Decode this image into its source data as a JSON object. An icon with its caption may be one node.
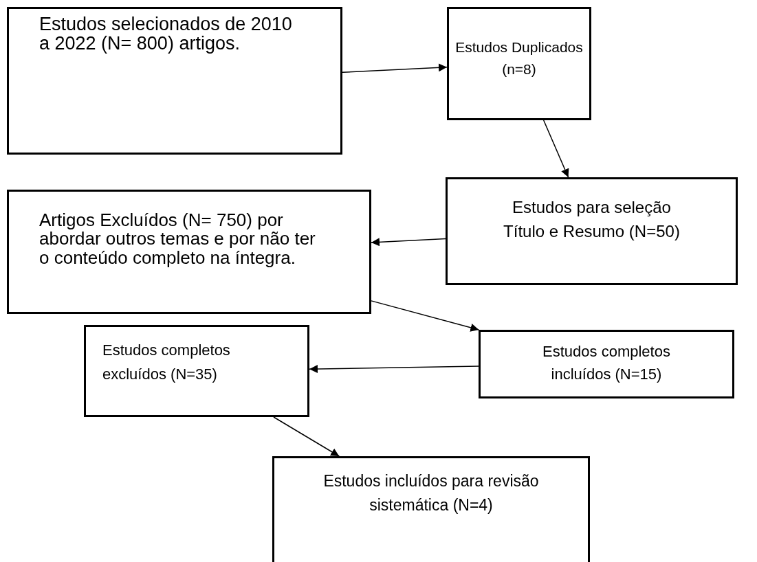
{
  "diagram": {
    "nodes": [
      {
        "text": [
          "Estudos selecionados de 2010 a 2022 (N= 800) artigos."
        ]
      },
      {
        "text": [
          "Estudos Duplicados (n=8)"
        ]
      },
      {
        "text": [
          "Estudos para seleção Título e Resumo (N=50)"
        ]
      },
      {
        "text": [
          "Artigos Excluídos (N= 750) por abordar outros temas e por não ter o conteúdo completo na íntegra."
        ]
      },
      {
        "text": [
          "Estudos completos excluídos (N=35)"
        ]
      },
      {
        "text": [
          "Estudos completos incluídos (N=15)"
        ]
      },
      {
        "text": [
          "Estudos incluídos para revisão sistemática (N=4)"
        ]
      }
    ],
    "edges": [
      {
        "from": 0,
        "to": 1,
        "arrow": "to"
      },
      {
        "from": 1,
        "to": 2,
        "arrow": "to"
      },
      {
        "from": 2,
        "to": 3,
        "arrow": "to"
      },
      {
        "from": 3,
        "to": 5,
        "arrow": "to"
      },
      {
        "from": 5,
        "to": 4,
        "arrow": "to"
      },
      {
        "from": 4,
        "to": 6,
        "arrow": "to"
      }
    ]
  }
}
